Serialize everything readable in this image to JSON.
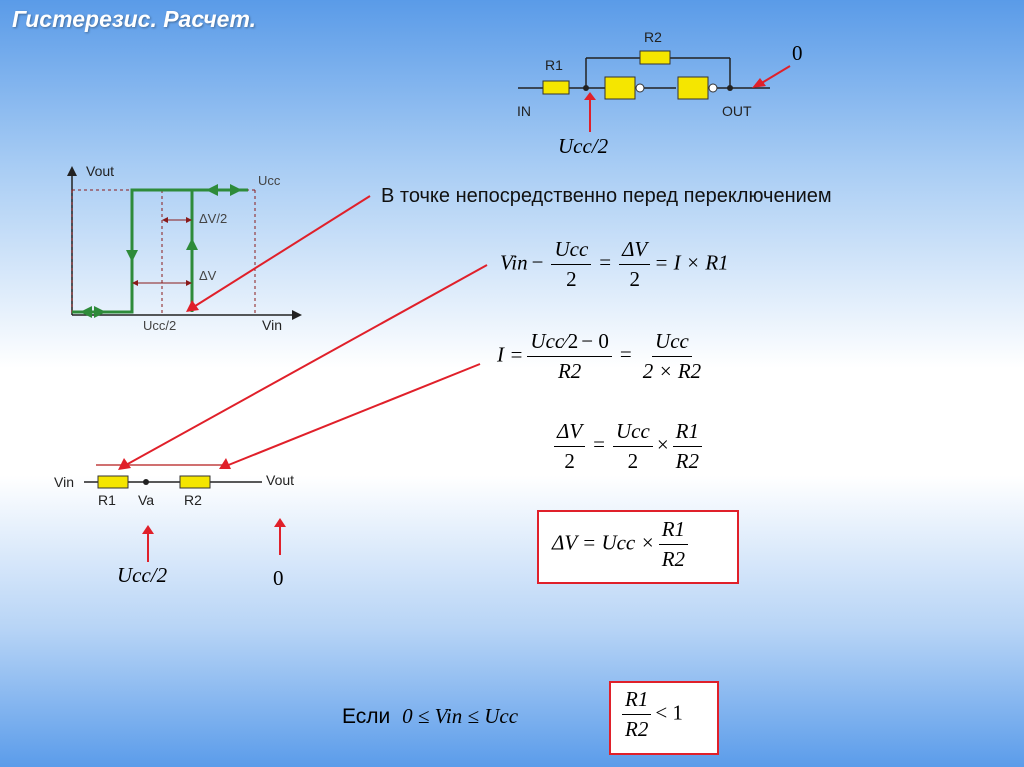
{
  "title": "Гистерезис. Расчет.",
  "top_circuit": {
    "r1": "R1",
    "r2": "R2",
    "in": "IN",
    "out": "OUT",
    "out_value": "0",
    "node_value": "Ucc/2"
  },
  "graph": {
    "y_axis": "Vout",
    "x_axis": "Vin",
    "ucc": "Ucc",
    "ucc_half": "Ucc/2",
    "dv_half": "ΔV/2",
    "dv": "ΔV"
  },
  "bottom_circuit": {
    "vin": "Vin",
    "vout": "Vout",
    "r1": "R1",
    "va": "Va",
    "r2": "R2",
    "left_value": "Ucc/2",
    "right_value": "0"
  },
  "text": {
    "phrase": "В точке непосредственно перед переключением",
    "condition_prefix": "Если",
    "condition_expr": "0 ≤ Vin ≤ Ucc"
  },
  "equations": {
    "eq1": {
      "vin": "Vin",
      "minus": "−",
      "ucc": "Ucc",
      "two": "2",
      "eqs": "=",
      "dv": "ΔV",
      "rhs": "= I × R1"
    },
    "eq2": {
      "lhs": "I =",
      "ucc": "Ucc",
      "slash_two": "⁄2",
      "minus_zero": "− 0",
      "r2": "R2",
      "eqs": "=",
      "ucc2": "Ucc",
      "den2": "2 × R2"
    },
    "eq3": {
      "dv": "ΔV",
      "two": "2",
      "eqs": "=",
      "ucc": "Ucc",
      "times": "×",
      "r1": "R1",
      "r2": "R2"
    },
    "eq4": {
      "lhs": "ΔV = Ucc ×",
      "r1": "R1",
      "r2": "R2"
    },
    "ineq": {
      "r1": "R1",
      "r2": "R2",
      "rhs": "< 1"
    }
  },
  "colors": {
    "resistor": "#f5e600",
    "trace": "#2e8b3a",
    "arrow": "#e0202a",
    "dashed": "#8a1a1a"
  }
}
